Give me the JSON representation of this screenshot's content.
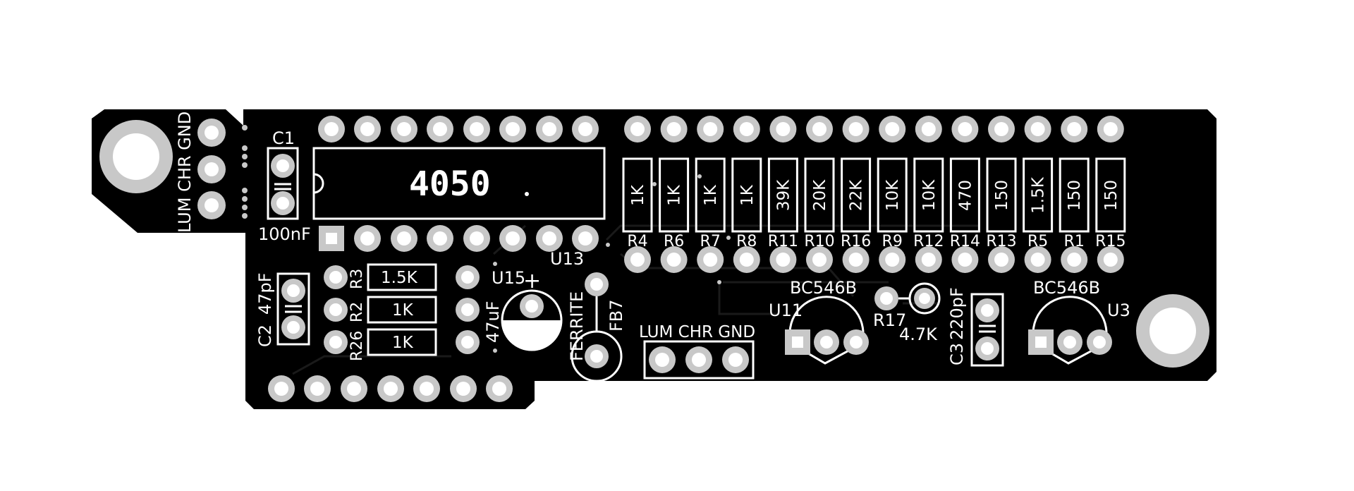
{
  "colors": {
    "board": "#000000",
    "silkscreen": "#ffffff",
    "pad": "#c8c8c8",
    "drill": "#ffffff"
  },
  "labels": {
    "ic_main": "4050",
    "u13": "U13",
    "c1_ref": "C1",
    "c1_value": "100nF",
    "left_connector": "LUM CHR GND",
    "bottom_connector": "LUM CHR GND",
    "c2_ref": "C2",
    "c2_value": "47pF",
    "r3_ref": "R3",
    "r3_value": "1.5K",
    "r2_ref": "R2",
    "r2_value": "1K",
    "r26_ref": "R26",
    "r26_value": "1K",
    "u15_ref": "U15",
    "u15_value": "47uF",
    "plus": "+",
    "fb7_ref": "FB7",
    "fb7_value": "FERRITE",
    "u11_ref": "U11",
    "u11_value": "BC546B",
    "u3_ref": "U3",
    "u3_value": "BC546B",
    "r17_ref": "R17",
    "r17_value": "4.7K",
    "c3_ref": "C3",
    "c3_value": "220pF"
  },
  "resistor_bank": [
    {
      "ref": "R4",
      "value": "1K"
    },
    {
      "ref": "R6",
      "value": "1K"
    },
    {
      "ref": "R7",
      "value": "1K"
    },
    {
      "ref": "R8",
      "value": "1K"
    },
    {
      "ref": "R11",
      "value": "39K"
    },
    {
      "ref": "R10",
      "value": "20K"
    },
    {
      "ref": "R16",
      "value": "22K"
    },
    {
      "ref": "R9",
      "value": "10K"
    },
    {
      "ref": "R12",
      "value": "10K"
    },
    {
      "ref": "R14",
      "value": "470"
    },
    {
      "ref": "R13",
      "value": "150"
    },
    {
      "ref": "R5",
      "value": "1.5K"
    },
    {
      "ref": "R1",
      "value": "150"
    },
    {
      "ref": "R15",
      "value": "150"
    }
  ]
}
